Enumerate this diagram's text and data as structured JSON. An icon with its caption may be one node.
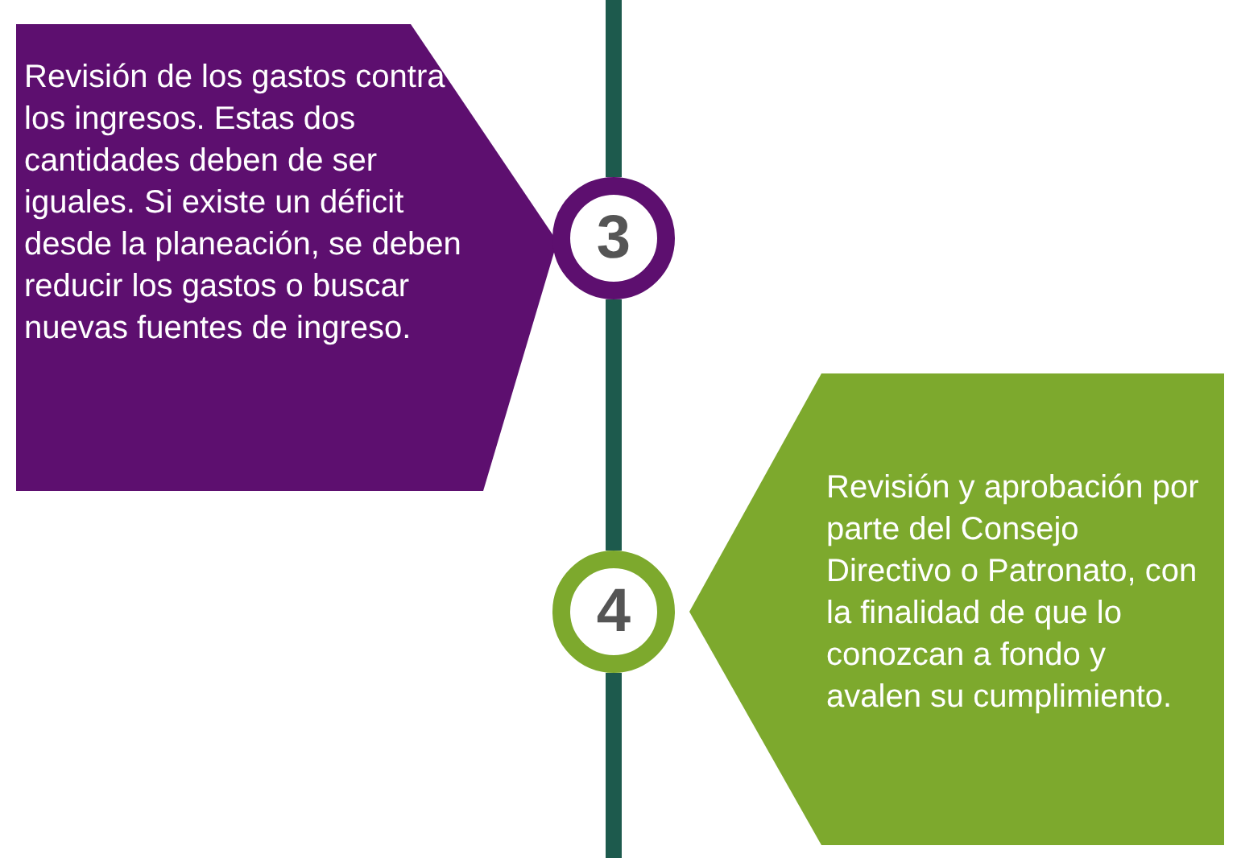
{
  "diagram": {
    "nodes": [
      {
        "text": [
          "Revisión de los gastos contra los ingresos. Estas dos cantidades deben de ser iguales. Si existe un déficit desde la planeación, se deben reducir los gastos o buscar nuevas fuentes de ingreso."
        ]
      },
      {
        "text": [
          "3"
        ]
      },
      {
        "text": [
          "Revisión y aprobación por parte del Consejo Directivo o Patronato, con la finalidad de que lo conozcan a fondo y avalen su cumplimiento."
        ]
      },
      {
        "text": [
          "4"
        ]
      }
    ],
    "edges": [
      {
        "from": 1,
        "to": 3,
        "arrow": "none"
      }
    ]
  }
}
